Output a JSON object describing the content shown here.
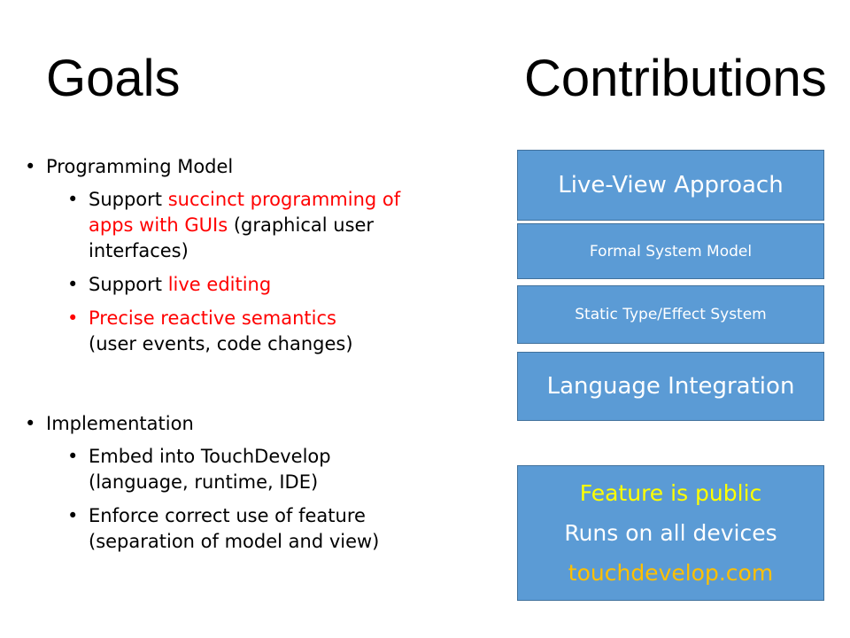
{
  "titles": {
    "goals": "Goals",
    "contributions": "Contributions"
  },
  "goals": {
    "programming_model": {
      "heading": "Programming Model",
      "item1": {
        "pre": "Support ",
        "red1": "succinct programming of",
        "red2": "apps with GUIs",
        "post1": " (graphical user",
        "post2": "interfaces)"
      },
      "item2": {
        "pre": "Support ",
        "red": "live editing"
      },
      "item3": {
        "red": "Precise reactive semantics",
        "post": "(user events, code changes)"
      }
    },
    "implementation": {
      "heading": "Implementation",
      "item1": {
        "line1": "Embed into TouchDevelop",
        "line2": "(language, runtime, IDE)"
      },
      "item2": {
        "line1": "Enforce correct use of feature",
        "line2": "(separation of model and view)"
      }
    }
  },
  "contributions": {
    "box1": "Live-View Approach",
    "box2": "Formal System Model",
    "box3": "Static Type/Effect System",
    "box4": "Language Integration",
    "box5": {
      "line1": "Feature is public",
      "line2": "Runs on all devices",
      "line3": "touchdevelop.com"
    }
  },
  "colors": {
    "box_fill": "#5b9bd5",
    "highlight_red": "#ff0000",
    "highlight_yellow": "#ffff00",
    "highlight_orange": "#ffc000"
  }
}
